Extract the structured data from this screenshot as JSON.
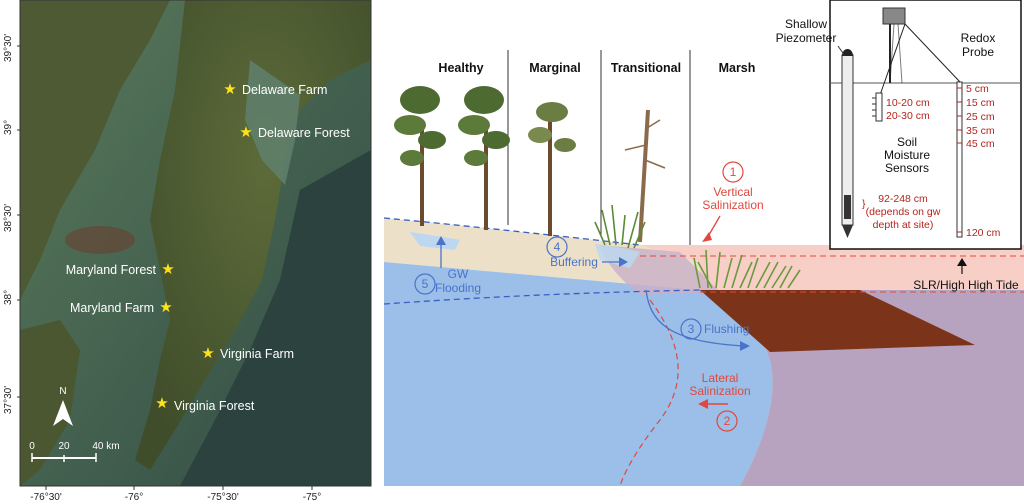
{
  "map": {
    "lat_ticks": [
      "39°30'",
      "39°",
      "38°30'",
      "38°",
      "37°30'"
    ],
    "lon_ticks": [
      "-76°30'",
      "-76°",
      "-75°30'",
      "-75°"
    ],
    "sites": [
      {
        "name": "Delaware Farm"
      },
      {
        "name": "Delaware Forest"
      },
      {
        "name": "Maryland Forest"
      },
      {
        "name": "Maryland Farm"
      },
      {
        "name": "Virginia Farm"
      },
      {
        "name": "Virginia Forest"
      }
    ],
    "north_label": "N",
    "scale_labels": [
      "0",
      "20",
      "40 km"
    ]
  },
  "diagram": {
    "zones": [
      "Healthy",
      "Marginal",
      "Transitional",
      "Marsh"
    ],
    "processes": {
      "vertical": {
        "num": "1",
        "line1": "Vertical",
        "line2": "Salinization"
      },
      "lateral": {
        "num": "2",
        "line1": "Lateral",
        "line2": "Salinization"
      },
      "flushing": {
        "num": "3",
        "label": "Flushing"
      },
      "buffering": {
        "num": "4",
        "label": "Buffering"
      },
      "gw_flooding": {
        "num": "5",
        "line1": "GW",
        "line2": "Flooding"
      }
    },
    "slr_label": "SLR/High High Tide"
  },
  "inset": {
    "piezometer_line1": "Shallow",
    "piezometer_line2": "Piezometer",
    "redox_line1": "Redox",
    "redox_line2": "Probe",
    "soil_depths": [
      "10-20 cm",
      "20-30 cm"
    ],
    "soil_line1": "Soil",
    "soil_line2": "Moisture",
    "soil_line3": "Sensors",
    "redox_depths": [
      "5 cm",
      "15 cm",
      "25 cm",
      "35 cm",
      "45 cm",
      "120 cm"
    ],
    "piezo_depth_line1": "92-248 cm",
    "piezo_depth_line2": "(depends on gw",
    "piezo_depth_line3": "depth at site)"
  }
}
